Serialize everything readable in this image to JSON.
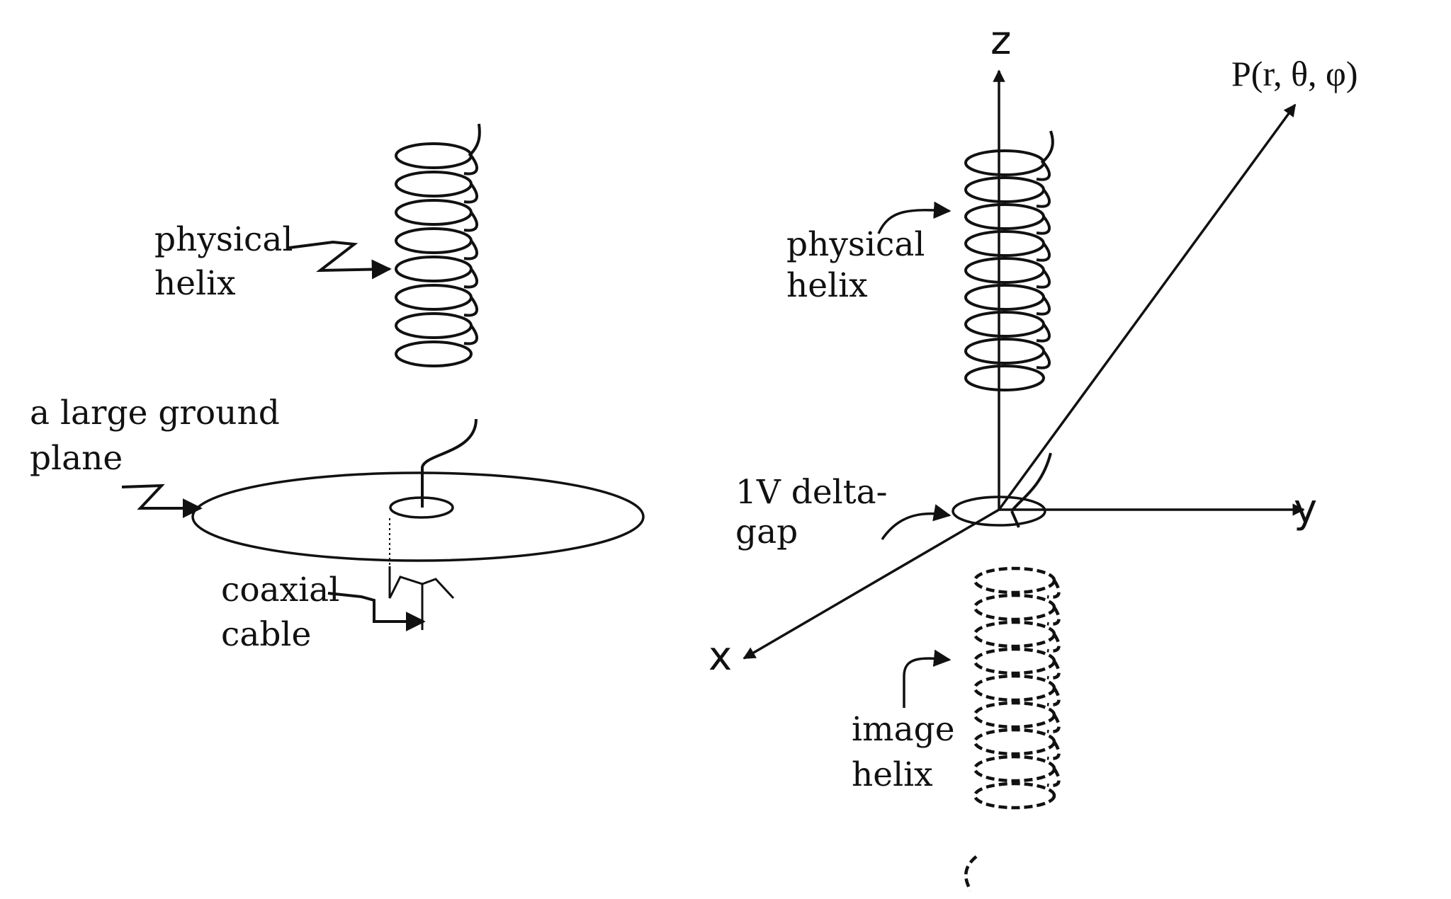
{
  "left_figure": {
    "physical_helix_label": [
      "physical",
      "helix"
    ],
    "ground_plane_label": [
      "a large ground",
      "plane"
    ],
    "coaxial_cable_label": [
      "coaxial",
      "cable"
    ]
  },
  "right_figure": {
    "axes": {
      "z": "z",
      "y": "y",
      "x": "x"
    },
    "point_label": "P(r, θ, φ)",
    "physical_helix_label": [
      "physical",
      "helix"
    ],
    "delta_gap_label": [
      "1V delta-",
      "gap"
    ],
    "image_helix_label": [
      "image",
      "helix"
    ]
  },
  "colors": {
    "ink": "#111111",
    "background": "#ffffff"
  }
}
